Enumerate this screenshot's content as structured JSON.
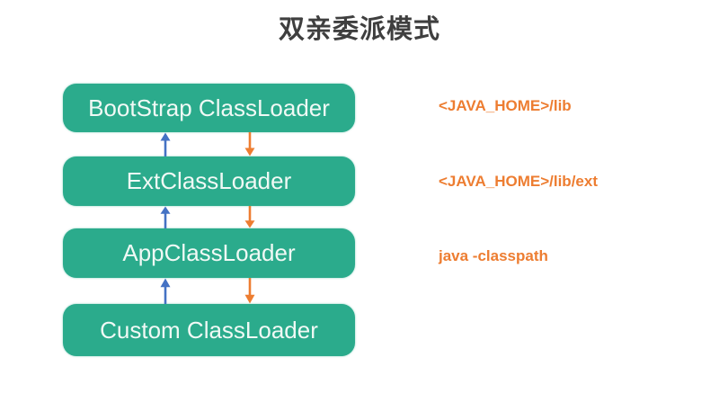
{
  "title": "双亲委派模式",
  "colors": {
    "background": "#FFFFFF",
    "box-green": "#2BAB8C",
    "box-text": "#F0F9F5",
    "arrow-up-blue": "#4472C4",
    "arrow-down-orange": "#ED7D31",
    "label-orange": "#ED7D31",
    "title-gray": "#3F3F3F"
  },
  "loaders": [
    {
      "name": "BootStrap ClassLoader",
      "path_label": "<JAVA_HOME>/lib"
    },
    {
      "name": "ExtClassLoader",
      "path_label": "<JAVA_HOME>/lib/ext"
    },
    {
      "name": "AppClassLoader",
      "path_label": "java -classpath"
    },
    {
      "name": "Custom ClassLoader",
      "path_label": ""
    }
  ],
  "icons": {
    "up_arrow": "up-arrow-icon",
    "down_arrow": "down-arrow-icon"
  }
}
